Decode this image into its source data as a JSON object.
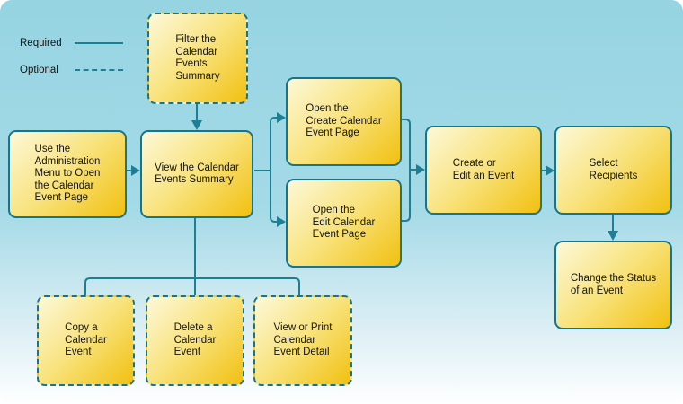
{
  "legend": {
    "required_label": "Required",
    "optional_label": "Optional"
  },
  "boxes": {
    "filter": {
      "label": "Filter the\nCalendar\nEvents\nSummary",
      "type": "optional"
    },
    "admin": {
      "label": "Use the\nAdministration\nMenu to Open\nthe Calendar\nEvent Page",
      "type": "required"
    },
    "view": {
      "label": "View the Calendar\nEvents Summary",
      "type": "required"
    },
    "create": {
      "label": "Open the\nCreate Calendar\nEvent Page",
      "type": "required"
    },
    "edit": {
      "label": "Open the\nEdit Calendar\nEvent Page",
      "type": "required"
    },
    "create_edit": {
      "label": "Create or\nEdit an Event",
      "type": "required"
    },
    "select": {
      "label": "Select\nRecipients",
      "type": "required"
    },
    "change_status": {
      "label": "Change the Status\nof an  Event",
      "type": "required"
    },
    "copy": {
      "label": "Copy a\nCalendar\nEvent",
      "type": "optional"
    },
    "delete": {
      "label": "Delete a\nCalendar\nEvent",
      "type": "optional"
    },
    "view_print": {
      "label": "View or Print\nCalendar\nEvent Detail",
      "type": "optional"
    }
  },
  "colors": {
    "teal": "#1d7f93",
    "box_border": "#15768b",
    "box_gradient_top": "#fdf8d9",
    "box_gradient_bottom": "#f1c011",
    "background_top": "#96d4e2",
    "background_bottom": "#feffff",
    "text": "#141414"
  }
}
